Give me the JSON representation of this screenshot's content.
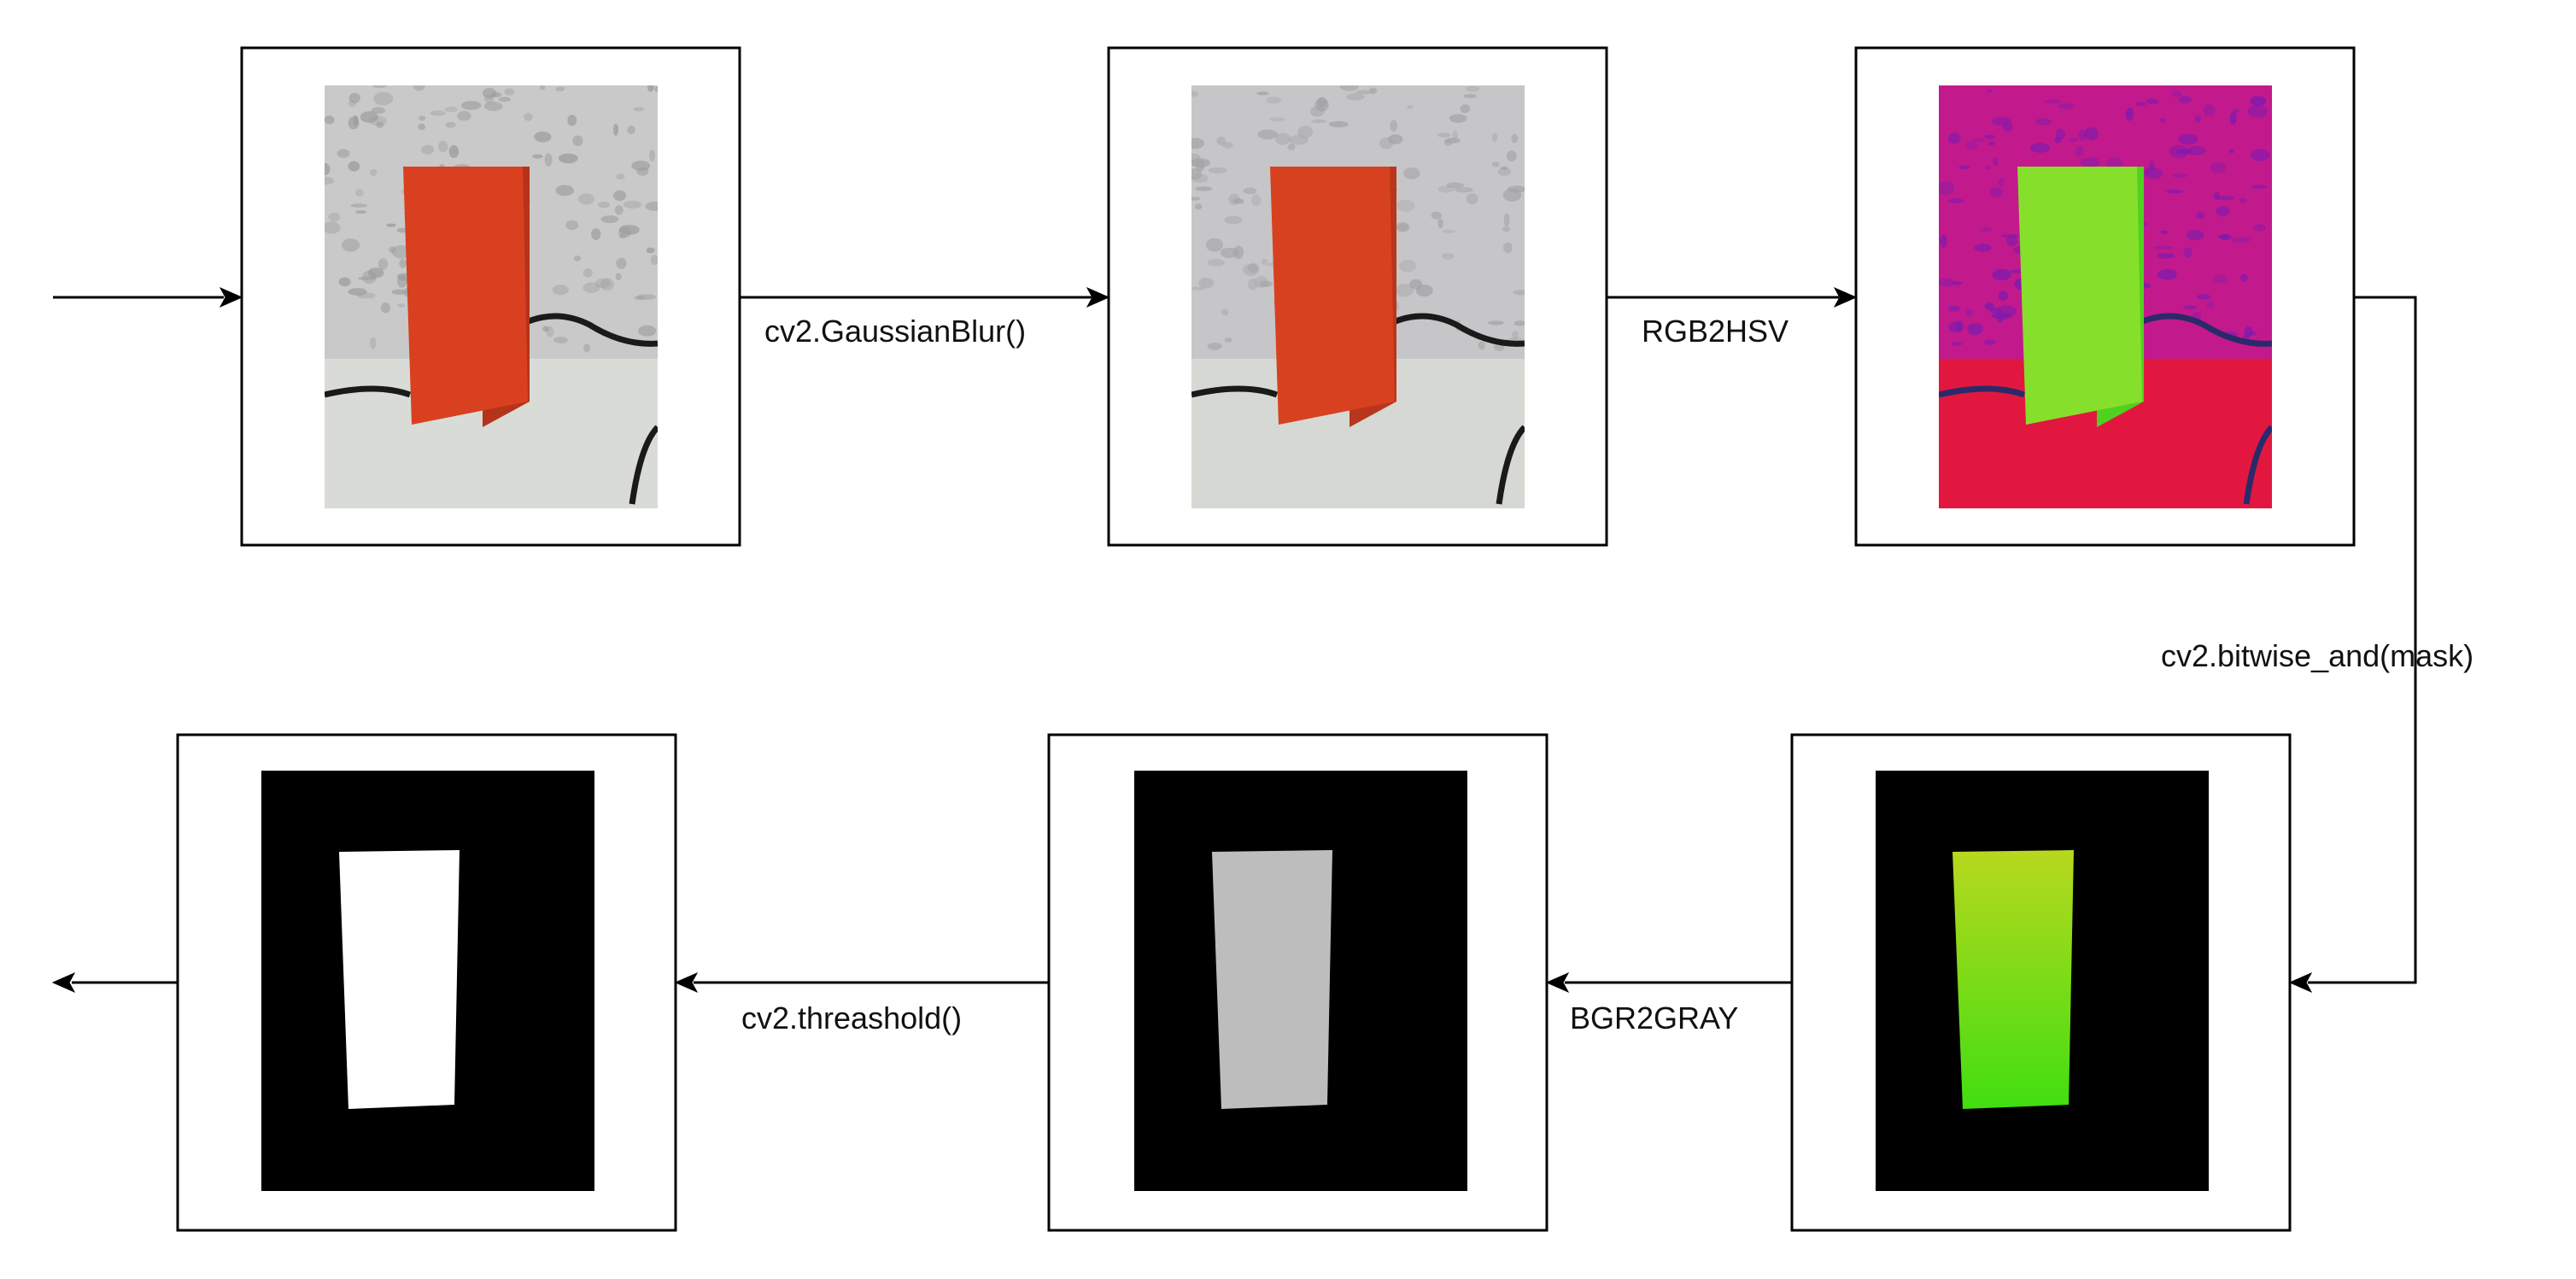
{
  "stages": [
    {
      "id": "input-photo",
      "scene": "photo",
      "palette": {
        "wall": "#c9c9ca",
        "wall_dark": "#9b9b9e",
        "table": "#d9dcd6",
        "object": "#d9401f",
        "object_dark": "#b5331a",
        "cable": "#1a1a1a"
      }
    },
    {
      "id": "blurred-photo",
      "scene": "photo",
      "palette": {
        "wall": "#c6c6c8",
        "wall_dark": "#a3a3a6",
        "table": "#d6d9d3",
        "object": "#d8411f",
        "object_dark": "#b9361c",
        "cable": "#1a1a1a"
      }
    },
    {
      "id": "hsv-image",
      "scene": "photo",
      "palette": {
        "wall": "#c21a8c",
        "wall_dark": "#7a1bb0",
        "table": "#e2173f",
        "object": "#86e02b",
        "object_dark": "#4fd11f",
        "cable": "#2a2a6a"
      }
    },
    {
      "id": "masked-image",
      "scene": "mask",
      "palette": {
        "bg": "#000000",
        "object_top": "#b8d81e",
        "object_bottom": "#41de11"
      }
    },
    {
      "id": "gray-image",
      "scene": "mask",
      "palette": {
        "bg": "#000000",
        "object_top": "#bdbdbd",
        "object_bottom": "#bdbdbd"
      }
    },
    {
      "id": "binary-image",
      "scene": "mask",
      "palette": {
        "bg": "#000000",
        "object_top": "#ffffff",
        "object_bottom": "#ffffff"
      }
    }
  ],
  "edges": {
    "blur": "cv2.GaussianBlur()",
    "hsv": "RGB2HSV",
    "bitwise": "cv2.bitwise_and(mask)",
    "gray": "BGR2GRAY",
    "threshold": "cv2.threashold()"
  },
  "colors": {
    "stroke": "#000000",
    "text": "#111111",
    "background": "#ffffff"
  }
}
